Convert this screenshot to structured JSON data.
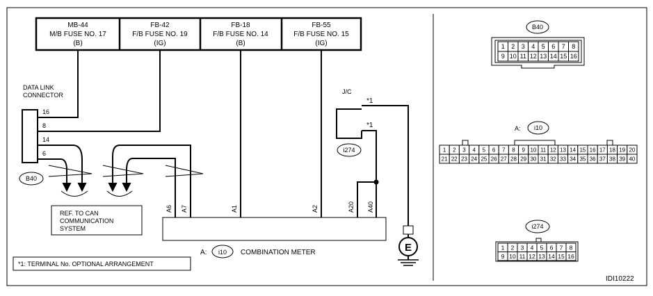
{
  "fuses": [
    {
      "line1": "MB-44",
      "line2": "M/B FUSE NO. 17",
      "line3": "(B)"
    },
    {
      "line1": "FB-42",
      "line2": "F/B FUSE NO. 19",
      "line3": "(IG)"
    },
    {
      "line1": "FB-18",
      "line2": "F/B FUSE NO. 14",
      "line3": "(B)"
    },
    {
      "line1": "FB-55",
      "line2": "F/B FUSE NO. 15",
      "line3": "(IG)"
    }
  ],
  "dlc": {
    "title_line1": "DATA LINK",
    "title_line2": "CONNECTOR",
    "pins": [
      "16",
      "8",
      "14",
      "6"
    ],
    "connector_id": "B40"
  },
  "junction": {
    "label": "J/C",
    "mark1": "*1",
    "mark2": "*1",
    "connector_id": "i274"
  },
  "ref_box": {
    "line1": "REF. TO CAN",
    "line2": "COMMUNICATION",
    "line3": "SYSTEM"
  },
  "meter": {
    "terminals": [
      "A6",
      "A7",
      "A1",
      "A2",
      "A20",
      "A40"
    ],
    "prefix": "A:",
    "connector_id": "i10",
    "name": "COMBINATION METER"
  },
  "ground_label": "E",
  "footnote": "*1: TERMINAL No. OPTIONAL ARRANGEMENT",
  "diagram_id": "IDI10222",
  "pinouts": {
    "b40": {
      "label": "B40",
      "row1": [
        "1",
        "2",
        "3",
        "4",
        "5",
        "6",
        "7",
        "8"
      ],
      "row2": [
        "9",
        "10",
        "11",
        "12",
        "13",
        "14",
        "15",
        "16"
      ]
    },
    "i10": {
      "prefix": "A:",
      "label": "i10",
      "row1": [
        "1",
        "2",
        "3",
        "4",
        "5",
        "6",
        "7",
        "8",
        "9",
        "10",
        "11",
        "12",
        "13",
        "14",
        "15",
        "16",
        "17",
        "18",
        "19",
        "20"
      ],
      "row2": [
        "21",
        "22",
        "23",
        "24",
        "25",
        "26",
        "27",
        "28",
        "29",
        "30",
        "31",
        "32",
        "33",
        "34",
        "35",
        "36",
        "37",
        "38",
        "39",
        "40"
      ]
    },
    "i274": {
      "label": "i274",
      "row1": [
        "1",
        "2",
        "3",
        "4",
        "5",
        "6",
        "7",
        "8"
      ],
      "row2": [
        "9",
        "10",
        "11",
        "12",
        "13",
        "14",
        "15",
        "16"
      ]
    }
  }
}
